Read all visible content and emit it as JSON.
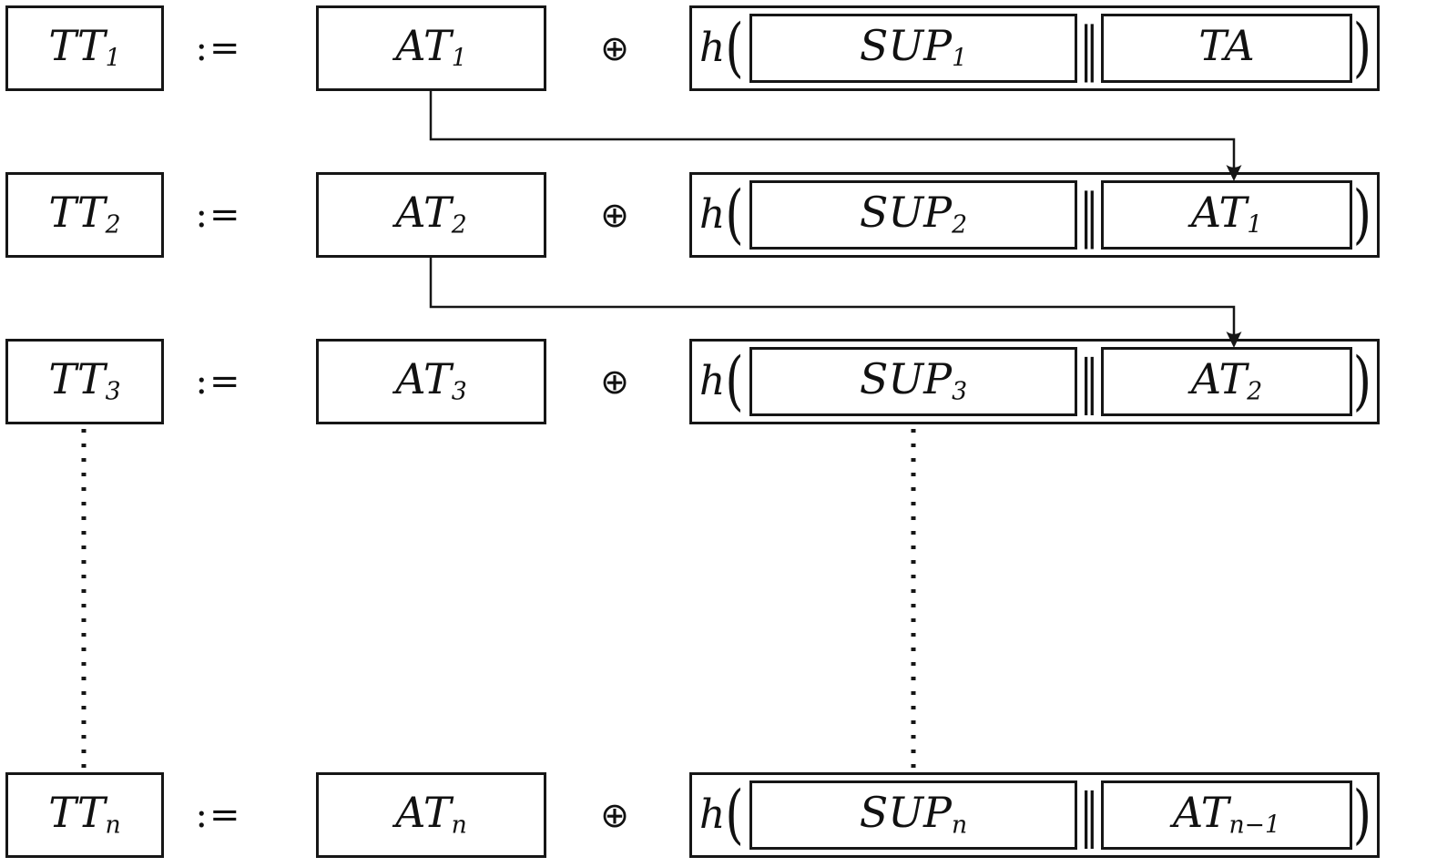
{
  "diagram": {
    "background_color": "#ffffff",
    "line_color": "#161616",
    "rows": [
      {
        "tt": {
          "base": "TT",
          "sub": "1"
        },
        "assign": ":=",
        "at": {
          "base": "AT",
          "sub": "1"
        },
        "xor": "⊕",
        "hash": {
          "func": "h",
          "open": "(",
          "sup": {
            "base": "SUP",
            "sub": "1"
          },
          "concat": "∥",
          "arg": {
            "base": "TA",
            "sub": ""
          },
          "close": ")"
        }
      },
      {
        "tt": {
          "base": "TT",
          "sub": "2"
        },
        "assign": ":=",
        "at": {
          "base": "AT",
          "sub": "2"
        },
        "xor": "⊕",
        "hash": {
          "func": "h",
          "open": "(",
          "sup": {
            "base": "SUP",
            "sub": "2"
          },
          "concat": "∥",
          "arg": {
            "base": "AT",
            "sub": "1"
          },
          "close": ")"
        }
      },
      {
        "tt": {
          "base": "TT",
          "sub": "3"
        },
        "assign": ":=",
        "at": {
          "base": "AT",
          "sub": "3"
        },
        "xor": "⊕",
        "hash": {
          "func": "h",
          "open": "(",
          "sup": {
            "base": "SUP",
            "sub": "3"
          },
          "concat": "∥",
          "arg": {
            "base": "AT",
            "sub": "2"
          },
          "close": ")"
        }
      },
      {
        "tt": {
          "base": "TT",
          "sub": "n"
        },
        "assign": ":=",
        "at": {
          "base": "AT",
          "sub": "n"
        },
        "xor": "⊕",
        "hash": {
          "func": "h",
          "open": "(",
          "sup": {
            "base": "SUP",
            "sub": "n"
          },
          "concat": "∥",
          "arg": {
            "base": "AT",
            "sub": "n−1"
          },
          "close": ")"
        }
      }
    ]
  }
}
